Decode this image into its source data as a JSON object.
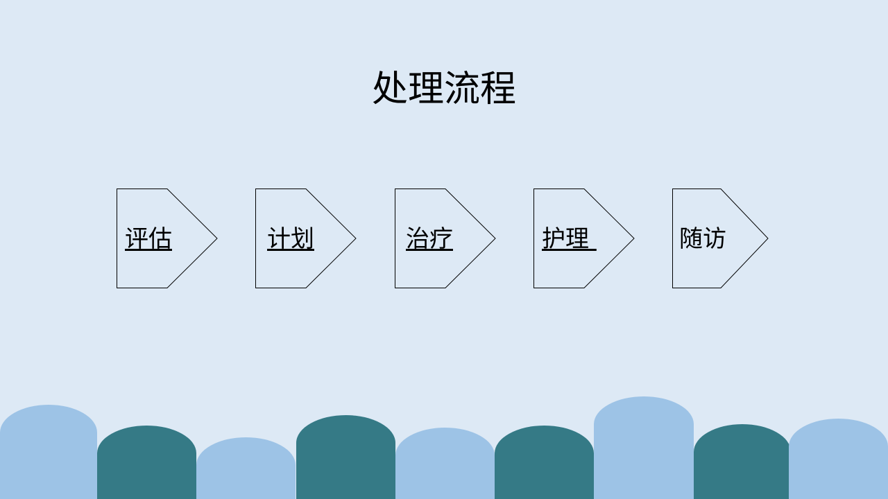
{
  "title": "处理流程",
  "steps": [
    {
      "label": "评估",
      "linked": true
    },
    {
      "label": "计划",
      "linked": true
    },
    {
      "label": "治疗",
      "linked": true
    },
    {
      "label": "护理 ",
      "linked": true
    },
    {
      "label": "随访",
      "linked": false
    }
  ],
  "colors": {
    "background": "#dde9f5",
    "light_blue": "#9dc3e6",
    "teal": "#357a86",
    "outline": "#000000"
  }
}
